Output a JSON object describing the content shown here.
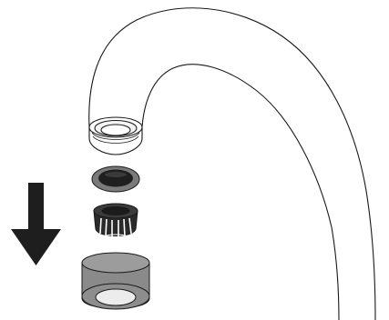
{
  "diagram": {
    "type": "assembly-illustration",
    "parts": [
      "faucet-spout",
      "rubber-washer",
      "flow-restrictor-insert",
      "aerator-housing"
    ],
    "arrow_direction": "down",
    "colors": {
      "line": "#1a1a1a",
      "arrow": "#1e1e1e",
      "washer_dark": "#1f1f1f",
      "washer_rim": "#7a7a7a",
      "restrictor": "#2a2a2a",
      "housing_body": "#8a8a8a",
      "housing_face": "#9c9c9c",
      "housing_hole": "#ececec"
    }
  }
}
